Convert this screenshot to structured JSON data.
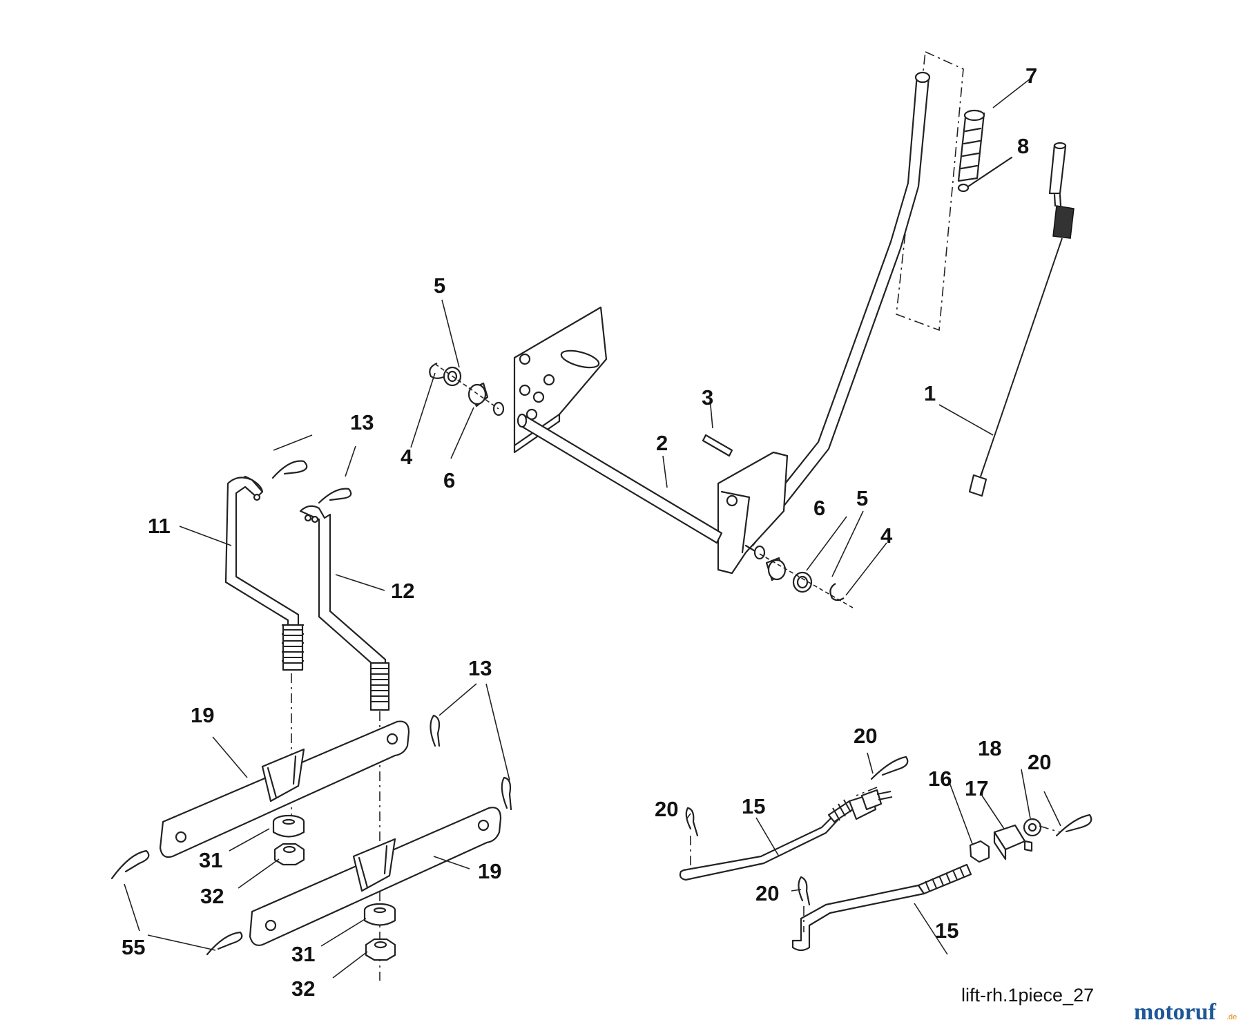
{
  "diagram": {
    "caption": "lift-rh.1piece_27",
    "watermark": {
      "brand": "motoruf",
      "suffix": ".de",
      "color_main": "#1e5799",
      "color_accent": "#e08a1e"
    },
    "callouts": [
      "1",
      "2",
      "3",
      "4",
      "4",
      "5",
      "5",
      "6",
      "6",
      "7",
      "8",
      "11",
      "12",
      "13",
      "13",
      "15",
      "15",
      "16",
      "17",
      "18",
      "19",
      "19",
      "20",
      "20",
      "20",
      "20",
      "31",
      "31",
      "32",
      "32",
      "55"
    ]
  }
}
